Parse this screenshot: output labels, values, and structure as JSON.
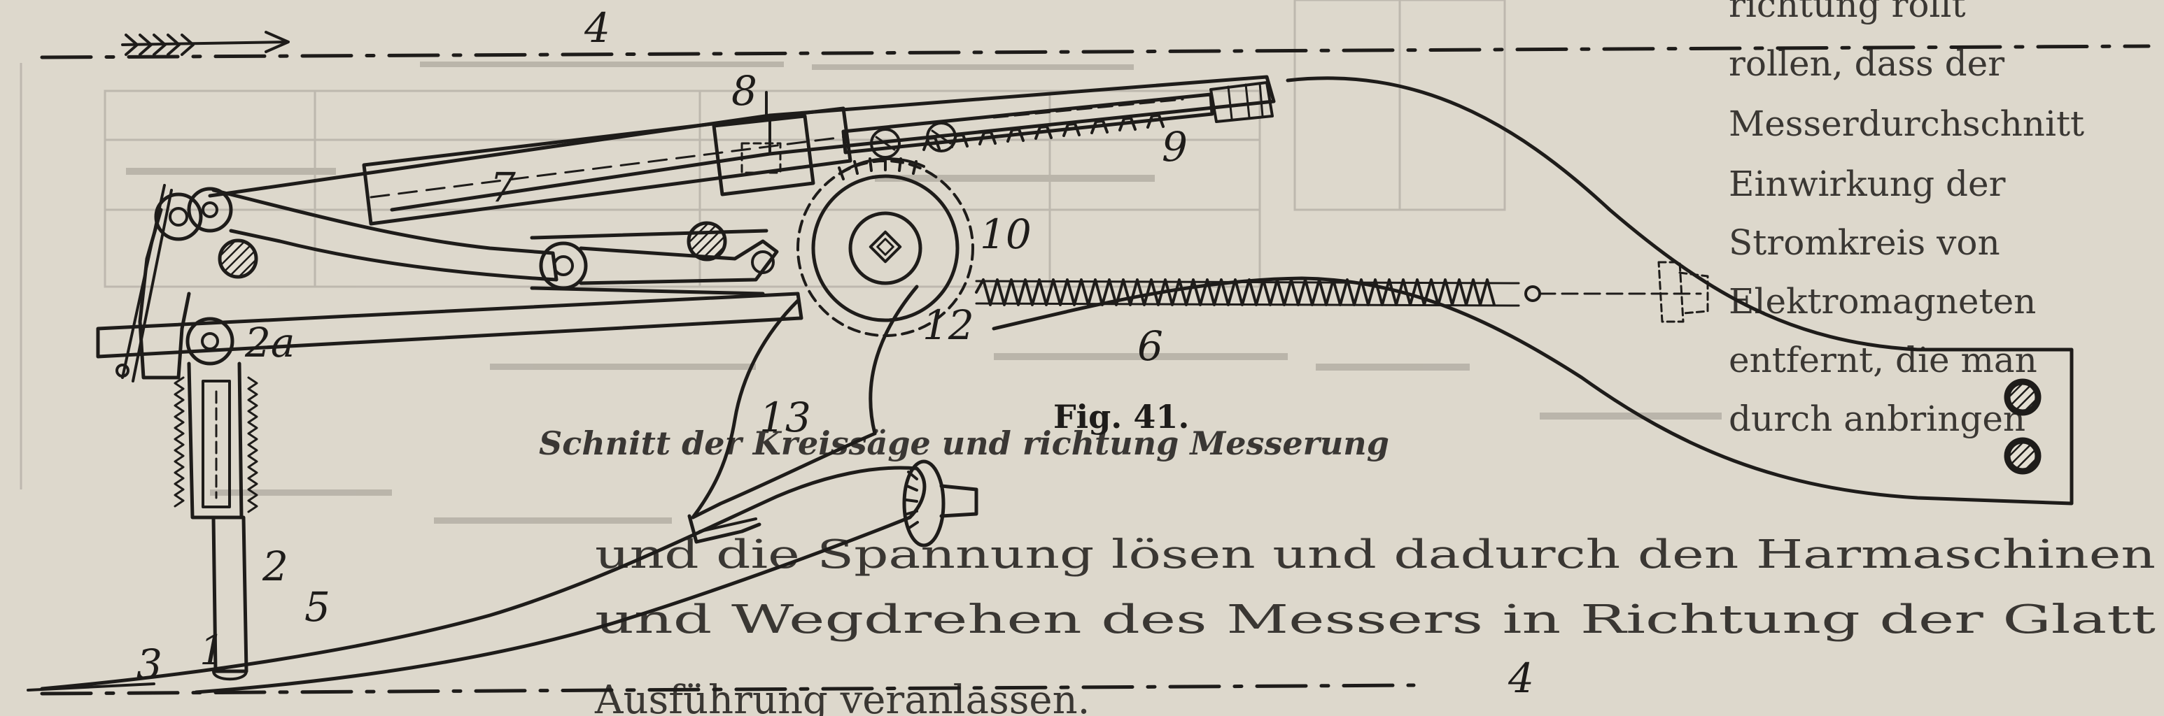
{
  "figure": {
    "caption": "Fig. 41.",
    "labels": {
      "l1": "1",
      "l2": "2",
      "l2a": "2a",
      "l3": "3",
      "l4_top": "4",
      "l4_bottom": "4",
      "l5": "5",
      "l6": "6",
      "l7": "7",
      "l8": "8",
      "l9": "9",
      "l10": "10",
      "l12": "12",
      "l13": "13"
    }
  },
  "background_text": {
    "right_column": [
      "richtung rollt",
      "rollen, dass der",
      "Messerdurchschnitt",
      "Einwirkung der",
      "Stromkreis von",
      "Elektromagneten",
      "entfernt, die man",
      "durch anbringen"
    ],
    "bottom_lines": [
      "und die Spannung lösen und dadurch den Harmaschinen",
      "und Wegdrehen des Messers in Richtung der Glatt",
      "Ausführung veranlassen."
    ],
    "under_caption": "Schnitt der Kreissäge und richtung Messerung"
  },
  "colors": {
    "paper": "#ddd8cc",
    "ink": "#1e1c1a",
    "bleed": "#b4afa5"
  }
}
